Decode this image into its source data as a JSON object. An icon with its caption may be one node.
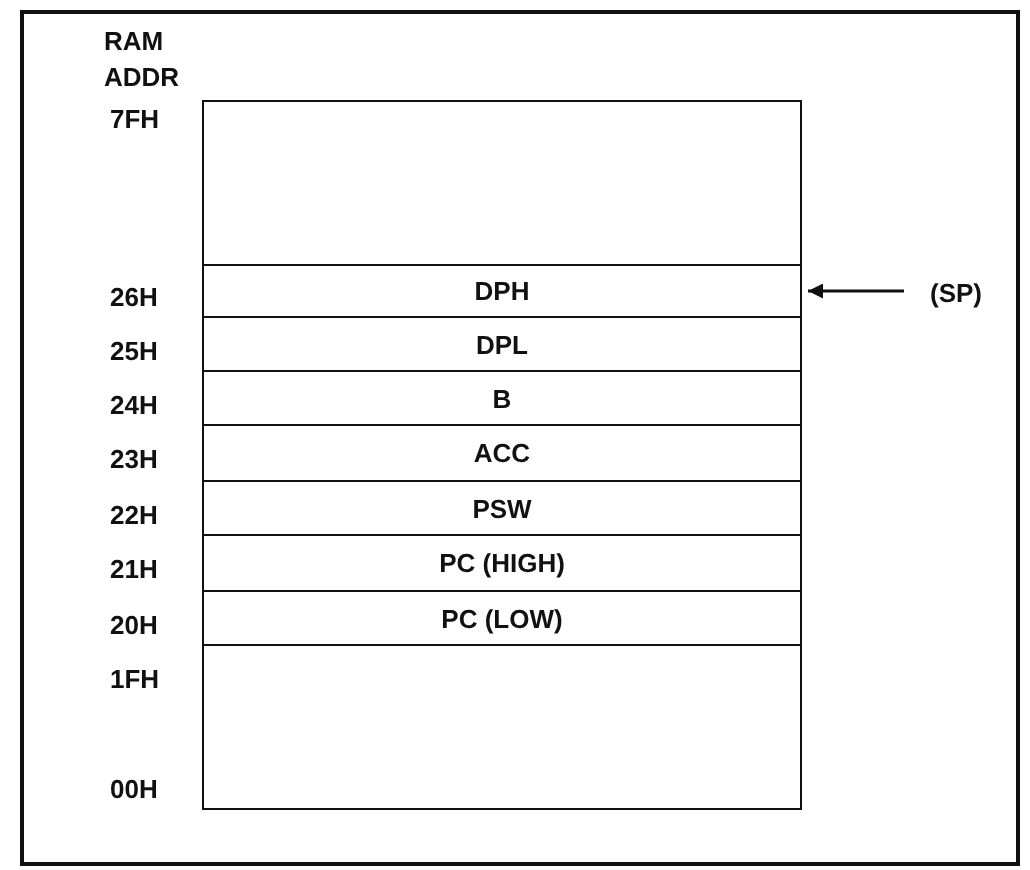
{
  "diagram": {
    "nodes": [
      {
        "text": [],
        "shape": "box"
      },
      {
        "text": [
          "DPH"
        ]
      },
      {
        "text": [
          "DPL"
        ]
      },
      {
        "text": [
          "B"
        ]
      },
      {
        "text": [
          "ACC"
        ]
      },
      {
        "text": [
          "PSW"
        ]
      },
      {
        "text": [
          "PC (HIGH)"
        ]
      },
      {
        "text": [
          "PC (LOW)"
        ]
      },
      {
        "text": [],
        "shape": "box"
      },
      {
        "text": [
          "(SP)"
        ]
      }
    ],
    "edges": [
      {
        "from": 9,
        "to": 1,
        "arrow": "to"
      }
    ],
    "labels": [
      "RAM ADDR",
      "7FH",
      "26H",
      "25H",
      "24H",
      "23H",
      "22H",
      "21H",
      "20H",
      "1FH",
      "00H"
    ]
  }
}
